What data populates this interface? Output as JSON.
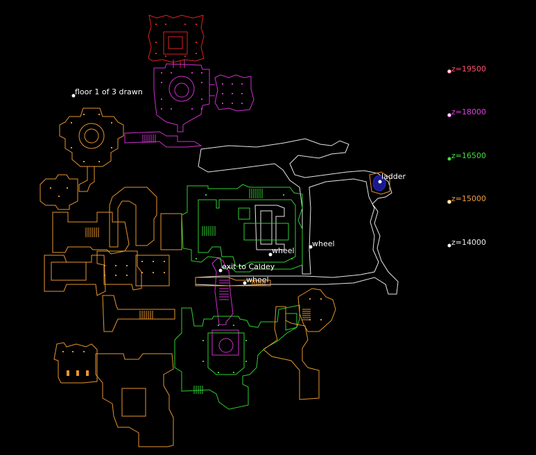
{
  "map": {
    "info_label": "floor 1 of 3 drawn",
    "colors": {
      "z19500": "#ff5070",
      "z18000": "#e040e0",
      "z16500": "#40e040",
      "z15000": "#f0a040",
      "z14000": "#e8e8e8",
      "red": "#e02020",
      "magenta": "#d030d0",
      "green": "#30d030",
      "orange": "#e8962e",
      "white": "#ffffff",
      "blue": "#2a2acc"
    },
    "markers": [
      {
        "id": "ladder",
        "label": "ladder"
      },
      {
        "id": "wheel1",
        "label": "wheel"
      },
      {
        "id": "wheel2",
        "label": "wheel"
      },
      {
        "id": "wheel3",
        "label": "wheel"
      },
      {
        "id": "exit",
        "label": "exit to Caldey"
      }
    ],
    "legend": [
      {
        "label": "z=19500",
        "color": "#ff5070"
      },
      {
        "label": "z=18000",
        "color": "#e040e0"
      },
      {
        "label": "z=16500",
        "color": "#40e040"
      },
      {
        "label": "z=15000",
        "color": "#f0a040"
      },
      {
        "label": "z=14000",
        "color": "#e8e8e8"
      }
    ]
  }
}
